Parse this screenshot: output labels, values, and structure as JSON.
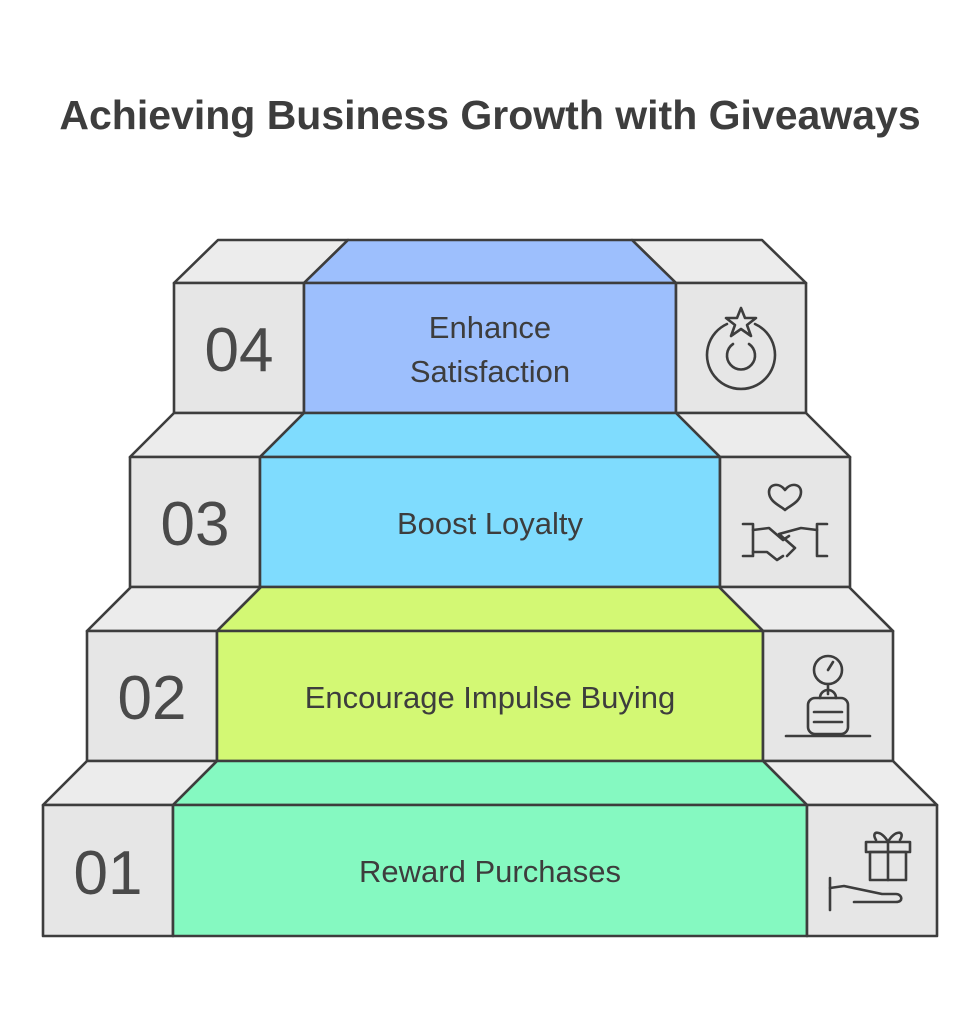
{
  "title": "Achieving Business Growth with Giveaways",
  "colors": {
    "step1": "#85f9c1",
    "step2": "#d3f874",
    "step3": "#7fdcfe",
    "step4": "#9dbffd",
    "block": "#e6e6e6",
    "block_top": "#ececec",
    "outline": "#3d3d3d"
  },
  "steps": [
    {
      "number": "01",
      "label": [
        "Reward Purchases"
      ],
      "icon": "gift-hand-icon"
    },
    {
      "number": "02",
      "label": [
        "Encourage Impulse Buying"
      ],
      "icon": "timer-bag-icon"
    },
    {
      "number": "03",
      "label": [
        "Boost Loyalty"
      ],
      "icon": "handshake-heart-icon"
    },
    {
      "number": "04",
      "label": [
        "Enhance",
        "Satisfaction"
      ],
      "icon": "star-ring-icon"
    }
  ]
}
